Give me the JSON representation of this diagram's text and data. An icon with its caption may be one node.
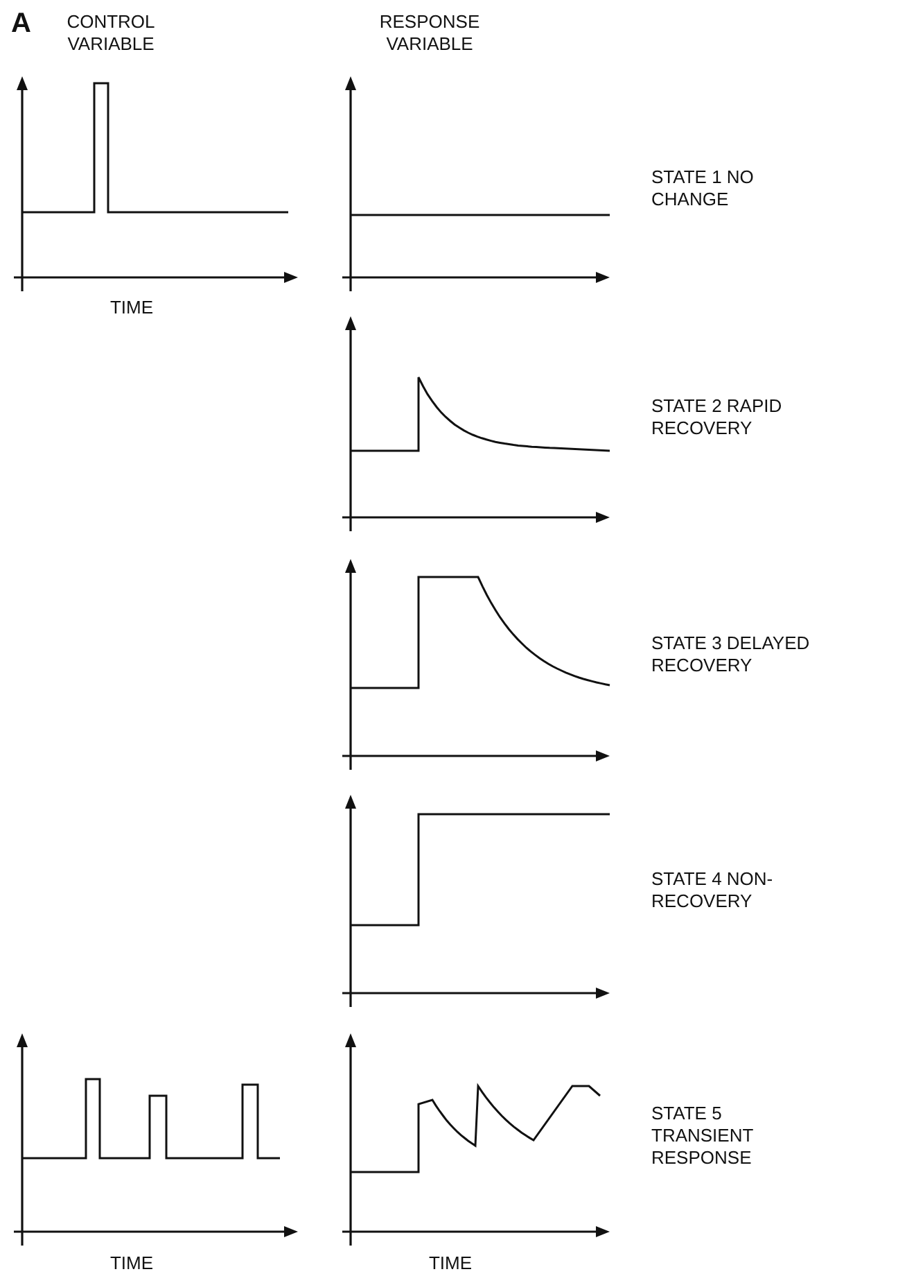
{
  "diagram": {
    "labels": [
      "A",
      "CONTROL VARIABLE",
      "RESPONSE VARIABLE",
      "STATE 1 NO CHANGE",
      "TIME",
      "STATE 2 RAPID RECOVERY",
      "STATE 3 DELAYED RECOVERY",
      "STATE 4 NON-RECOVERY",
      "STATE 5 TRANSIENT RESPONSE",
      "TIME",
      "TIME"
    ]
  }
}
